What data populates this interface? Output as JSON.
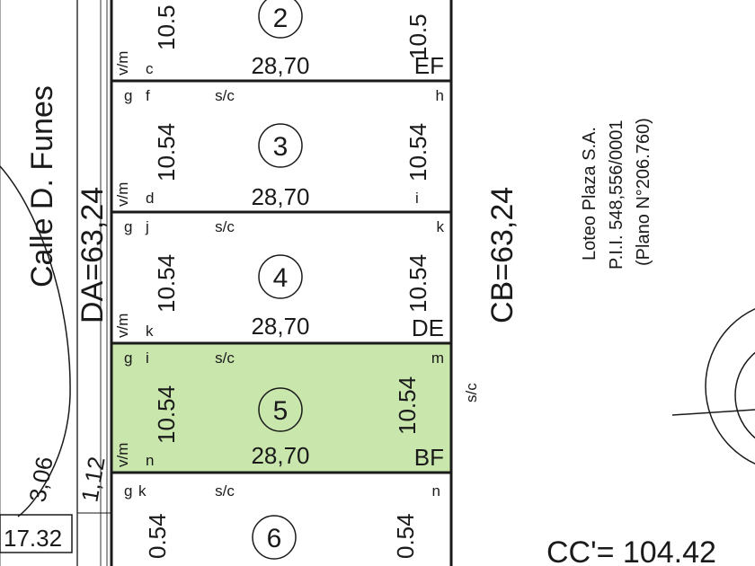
{
  "street": {
    "name": "Calle D. Funes"
  },
  "boundaries": {
    "da": "DA=63,24",
    "cb": "CB=63,24",
    "cc": "CC'= 104.42",
    "s_c_right": "s/c"
  },
  "left_measures": {
    "m1": "3,06",
    "m2": "1,12",
    "m3": "17.32"
  },
  "owner_note": {
    "line1": "Loteo Plaza S.A.",
    "line2": "P.I.I. 548,556/0001",
    "line3": "(Plano N°206.760)"
  },
  "lots": [
    {
      "number": "2",
      "top_left": "",
      "top_center": "",
      "top_right": "",
      "left_side": "10.5",
      "right_side": "10.5",
      "bottom_left": "c",
      "bottom_center": "28,70",
      "bottom_right": "EF",
      "vm": "v/m",
      "highlighted": false
    },
    {
      "number": "3",
      "top_left": "g",
      "top_letter": "f",
      "top_center": "s/c",
      "top_right": "h",
      "left_side": "10.54",
      "right_side": "10.54",
      "bottom_left": "d",
      "bottom_center": "28,70",
      "bottom_right": "i",
      "vm": "v/m",
      "highlighted": false
    },
    {
      "number": "4",
      "top_left": "g",
      "top_letter": "j",
      "top_center": "s/c",
      "top_right": "k",
      "left_side": "10.54",
      "right_side": "10.54",
      "bottom_left": "k",
      "bottom_center": "28,70",
      "bottom_right": "DE",
      "vm": "v/m",
      "highlighted": false
    },
    {
      "number": "5",
      "top_left": "g",
      "top_letter": "i",
      "top_center": "s/c",
      "top_right": "m",
      "left_side": "10.54",
      "right_side": "10.54",
      "bottom_left": "n",
      "bottom_center": "28,70",
      "bottom_right": "BF",
      "vm": "v/m",
      "highlighted": true
    },
    {
      "number": "6",
      "top_left": "g",
      "top_letter": "k",
      "top_center": "s/c",
      "top_right": "n",
      "left_side": "0.54",
      "right_side": "0.54",
      "bottom_left": "",
      "bottom_center": "",
      "bottom_right": "",
      "vm": "",
      "highlighted": false
    }
  ],
  "colors": {
    "highlight": "#c9e6ad",
    "line": "#1a1a1a"
  }
}
